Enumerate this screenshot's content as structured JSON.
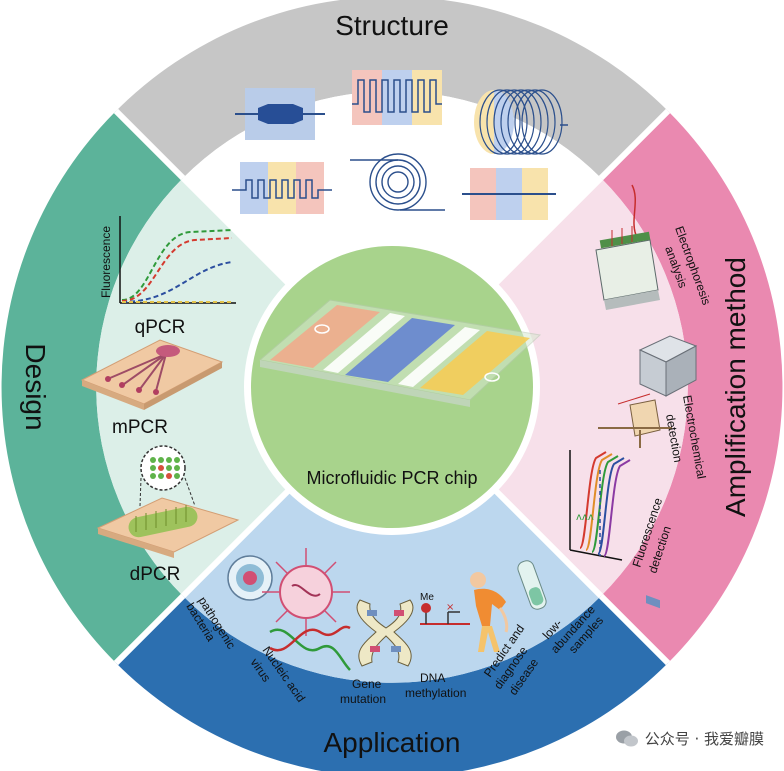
{
  "sections": {
    "structure": {
      "title": "Structure",
      "color": "#c9c9c9"
    },
    "amplification": {
      "title": "Amplification method",
      "color": "#ec8db3",
      "items": [
        {
          "line1": "Electrophoresis",
          "line2": "analysis"
        },
        {
          "line1": "Electrochemical",
          "line2": "detection"
        },
        {
          "line1": "Fluorescence",
          "line2": "detection"
        }
      ]
    },
    "application": {
      "title": "Application",
      "color": "#2f74b3",
      "items": [
        {
          "line1": "pathogenic",
          "line2": "bacteria"
        },
        {
          "line1": "Nucleic acid",
          "line2": "virus"
        },
        {
          "line1": "Gene",
          "line2": "mutation"
        },
        {
          "line1": "DNA",
          "line2": "methylation"
        },
        {
          "line1": "Predict and",
          "line2": "diagnose",
          "line3": "disease"
        },
        {
          "line1": "low-",
          "line2": "abundance",
          "line3": "samples"
        }
      ],
      "me_label": "Me"
    },
    "design": {
      "title": "Design",
      "color": "#5fb49c",
      "qpcr": "qPCR",
      "mpcr": "mPCR",
      "dpcr": "dPCR",
      "fluorescence_axis": "Fluorescence"
    }
  },
  "center": {
    "label": "Microfluidic PCR chip",
    "color": "#a9d28d"
  },
  "watermark": {
    "text": "公众号 · 我爱瓣膜"
  }
}
